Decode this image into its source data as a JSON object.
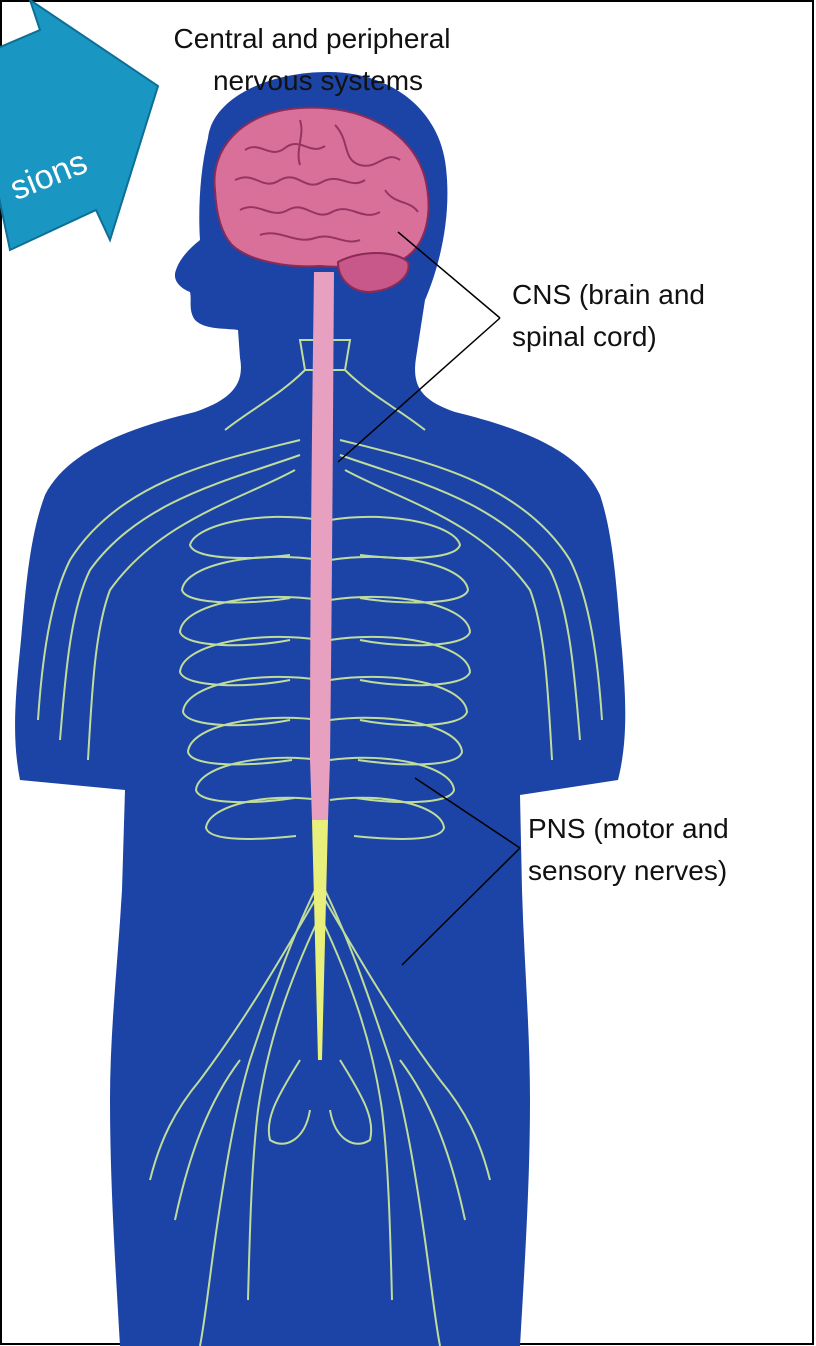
{
  "diagram": {
    "title_lines": [
      "Central and peripheral",
      "nervous systems"
    ],
    "labels": {
      "cns": [
        "CNS (brain and",
        "spinal cord)"
      ],
      "pns": [
        "PNS (motor and",
        "sensory nerves)"
      ]
    },
    "callout_arrow": {
      "text": "sions"
    }
  },
  "colors": {
    "body_blue": "#1c44a6",
    "brain_pink": "#d8709a",
    "spinal_cord": "#e7a0bf",
    "nerves": "#c9e59a",
    "callout_fill": "#1a96c3",
    "frame": "#000000"
  }
}
